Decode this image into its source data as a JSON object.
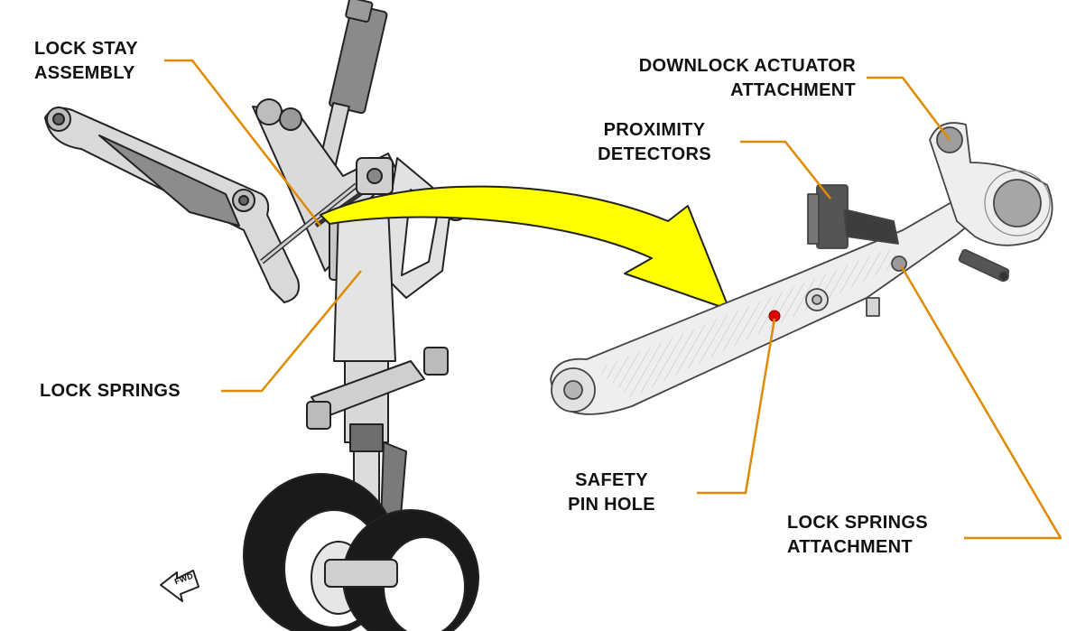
{
  "labels": {
    "lock_stay_assembly": [
      "LOCK STAY",
      "ASSEMBLY"
    ],
    "lock_springs": "LOCK SPRINGS",
    "downlock_actuator_attachment": [
      "DOWNLOCK ACTUATOR",
      "ATTACHMENT"
    ],
    "proximity_detectors": [
      "PROXIMITY",
      "DETECTORS"
    ],
    "safety_pin_hole": [
      "SAFETY",
      "PIN HOLE"
    ],
    "lock_springs_attachment": [
      "LOCK SPRINGS",
      "ATTACHMENT"
    ],
    "fwd": "FWD"
  },
  "colors": {
    "leader_line": "#e08a00",
    "arrow_fill": "#ffff00",
    "part_fill": "#e6e6e6",
    "outline": "#222222",
    "tire": "#1a1a1a",
    "safety_pin": "#e00000"
  }
}
